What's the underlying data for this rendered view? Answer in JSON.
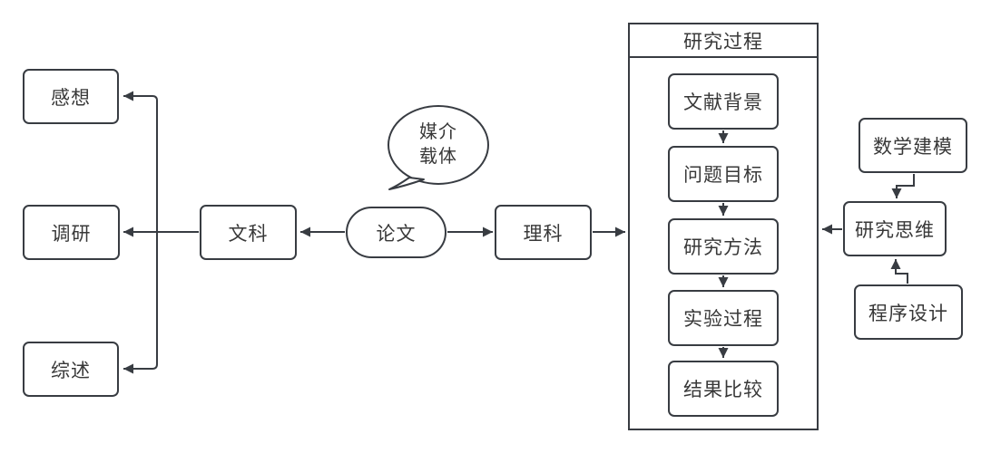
{
  "colors": {
    "stroke": "#383c42",
    "text": "#383838",
    "fill": "#ffffff"
  },
  "nodes": {
    "ganxiang": {
      "label": "感想"
    },
    "diaoyan": {
      "label": "调研"
    },
    "zongshu": {
      "label": "综述"
    },
    "wenke": {
      "label": "文科"
    },
    "lunwen": {
      "label": "论文"
    },
    "like": {
      "label": "理科"
    },
    "bubble": {
      "line1": "媒介",
      "line2": "载体"
    },
    "process": {
      "title": "研究过程",
      "steps": [
        "文献背景",
        "问题目标",
        "研究方法",
        "实验过程",
        "结果比较"
      ]
    },
    "shuxue": {
      "label": "数学建模"
    },
    "siwei": {
      "label": "研究思维"
    },
    "chengxu": {
      "label": "程序设计"
    }
  }
}
